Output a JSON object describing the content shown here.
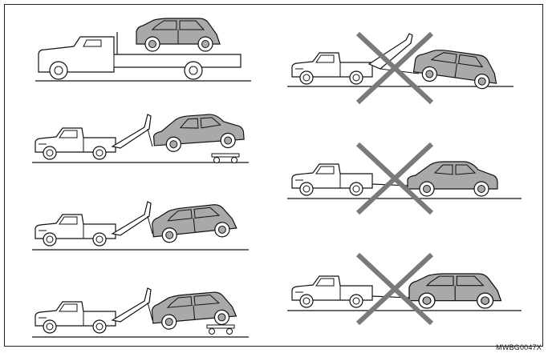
{
  "figure": {
    "code": "MWBG0047X",
    "colors": {
      "line": "#111111",
      "vehicle_fill": "#a9a9a9",
      "truck_fill": "#ffffff",
      "cross": "#7a7a7a"
    }
  },
  "panels": [
    {
      "id": "flatbed",
      "method": "flatbed-truck",
      "allowed": true
    },
    {
      "id": "wheel-lift-dolly-rear",
      "method": "wheel-lift-front-with-rear-dollies",
      "allowed": true
    },
    {
      "id": "wheel-lift-front",
      "method": "wheel-lift-front-wheels-raised",
      "allowed": true
    },
    {
      "id": "wheel-lift-dolly",
      "method": "wheel-lift-with-dollies",
      "allowed": true
    },
    {
      "id": "sling-tow",
      "method": "sling-belt-tow",
      "allowed": false
    },
    {
      "id": "flat-tow-front",
      "method": "towing-on-all-wheels",
      "allowed": false
    },
    {
      "id": "flat-tow-rear",
      "method": "towing-on-all-wheels-rear",
      "allowed": false
    }
  ]
}
